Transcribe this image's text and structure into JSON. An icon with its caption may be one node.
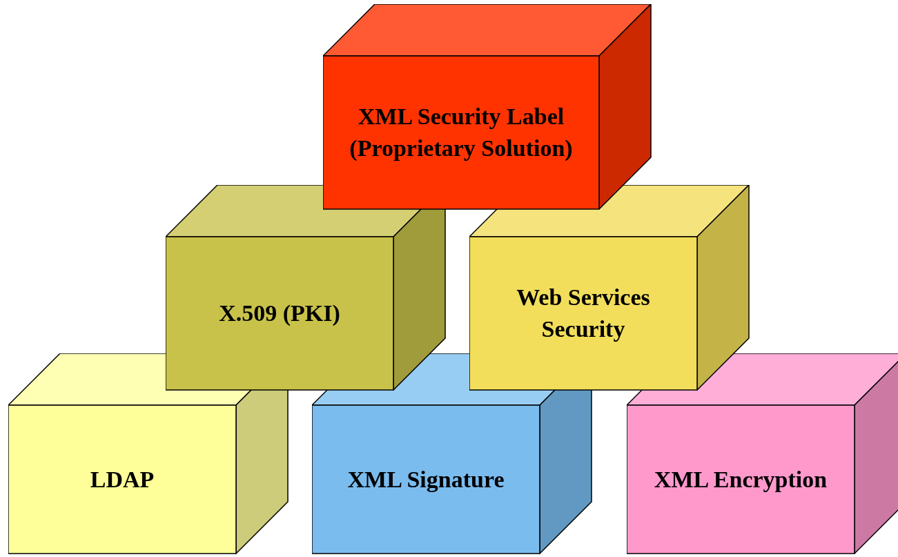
{
  "diagram": {
    "nodes": [
      {
        "text": [
          "XML Security Label (Proprietary Solution)"
        ]
      },
      {
        "text": [
          "X.509 (PKI)"
        ]
      },
      {
        "text": [
          "Web Services Security"
        ]
      },
      {
        "text": [
          "LDAP"
        ]
      },
      {
        "text": [
          "XML Signature"
        ]
      },
      {
        "text": [
          "XML Encryption"
        ]
      }
    ]
  }
}
